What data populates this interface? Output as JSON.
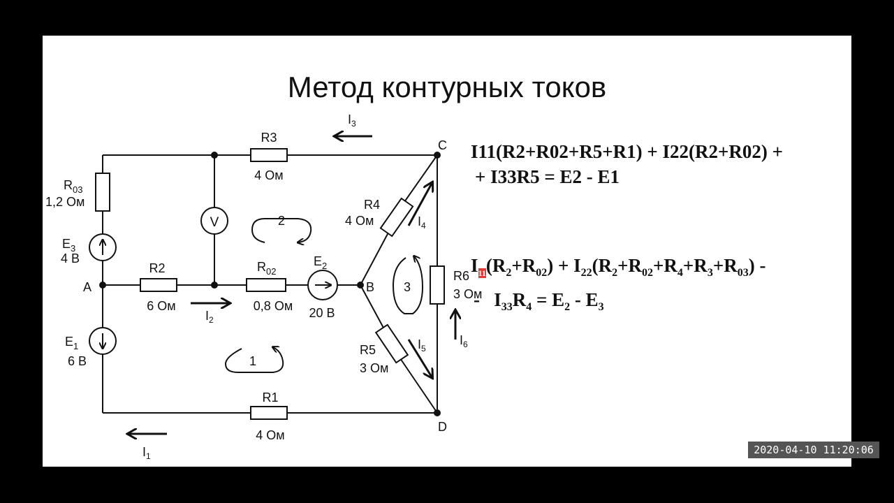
{
  "slide": {
    "title": "Метод контурных токов"
  },
  "circuit": {
    "nodes": {
      "a": "A",
      "b": "B",
      "c": "C",
      "d": "D"
    },
    "r03": {
      "name_base": "R",
      "name_sub": "03",
      "value": "1,2 Ом"
    },
    "r3": {
      "name": "R3",
      "value": "4 Ом"
    },
    "r2": {
      "name": "R2",
      "value": "6 Ом"
    },
    "r02": {
      "name_base": "R",
      "name_sub": "02",
      "value": "0,8 Ом"
    },
    "r4": {
      "name": "R4",
      "value": "4 Ом"
    },
    "r5": {
      "name": "R5",
      "value": "3 Ом"
    },
    "r6": {
      "name": "R6",
      "value": "3 Ом"
    },
    "r1": {
      "name": "R1",
      "value": "4 Ом"
    },
    "e3": {
      "name_base": "E",
      "name_sub": "3",
      "value": "4 В"
    },
    "e1": {
      "name_base": "E",
      "name_sub": "1",
      "value": "6 В"
    },
    "e2": {
      "name_base": "E",
      "name_sub": "2",
      "value": "20 В"
    },
    "voltmeter": "V",
    "currents": {
      "i1": {
        "base": "I",
        "sub": "1"
      },
      "i2": {
        "base": "I",
        "sub": "2"
      },
      "i3": {
        "base": "I",
        "sub": "3"
      },
      "i4": {
        "base": "I",
        "sub": "4"
      },
      "i5": {
        "base": "I",
        "sub": "5"
      },
      "i6": {
        "base": "I",
        "sub": "6"
      }
    },
    "loops": {
      "l1": "1",
      "l2": "2",
      "l3": "3"
    }
  },
  "equation1": {
    "line1": "I11(R2+R02+R5+R1) + I22(R2+R02) +",
    "line2": "+ I33R5 = E2 - E1"
  },
  "equation2": {
    "t1": "I",
    "s1": "11",
    "t2": "(R",
    "s2": "2",
    "t3": "+R",
    "s3": "02",
    "t4": ") + I",
    "s4": "22",
    "t5": "(R",
    "s5": "2",
    "t6": "+R",
    "s6": "02",
    "t7": "+R",
    "s7": "4",
    "t8": "+R",
    "s8": "3",
    "t9": "+R",
    "s9": "03",
    "t10": ") -",
    "u1": "-   I",
    "v1": "33",
    "u2": "R",
    "v2": "4",
    "u3": " = E",
    "v3": "2",
    "u4": " - E",
    "v4": "3"
  },
  "timestamp": "2020-04-10  11:20:06"
}
